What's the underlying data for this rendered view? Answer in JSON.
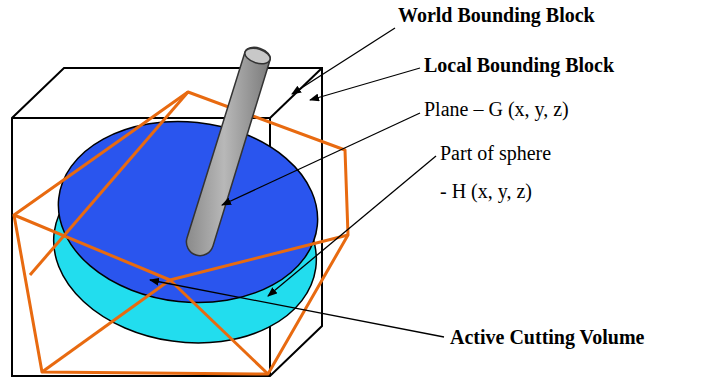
{
  "diagram": {
    "labels": [
      "World Bounding Block",
      "Local Bounding Block",
      "Plane – G (x, y, z)",
      "Part of sphere",
      "- H (x, y, z)",
      "Active Cutting Volume"
    ]
  }
}
